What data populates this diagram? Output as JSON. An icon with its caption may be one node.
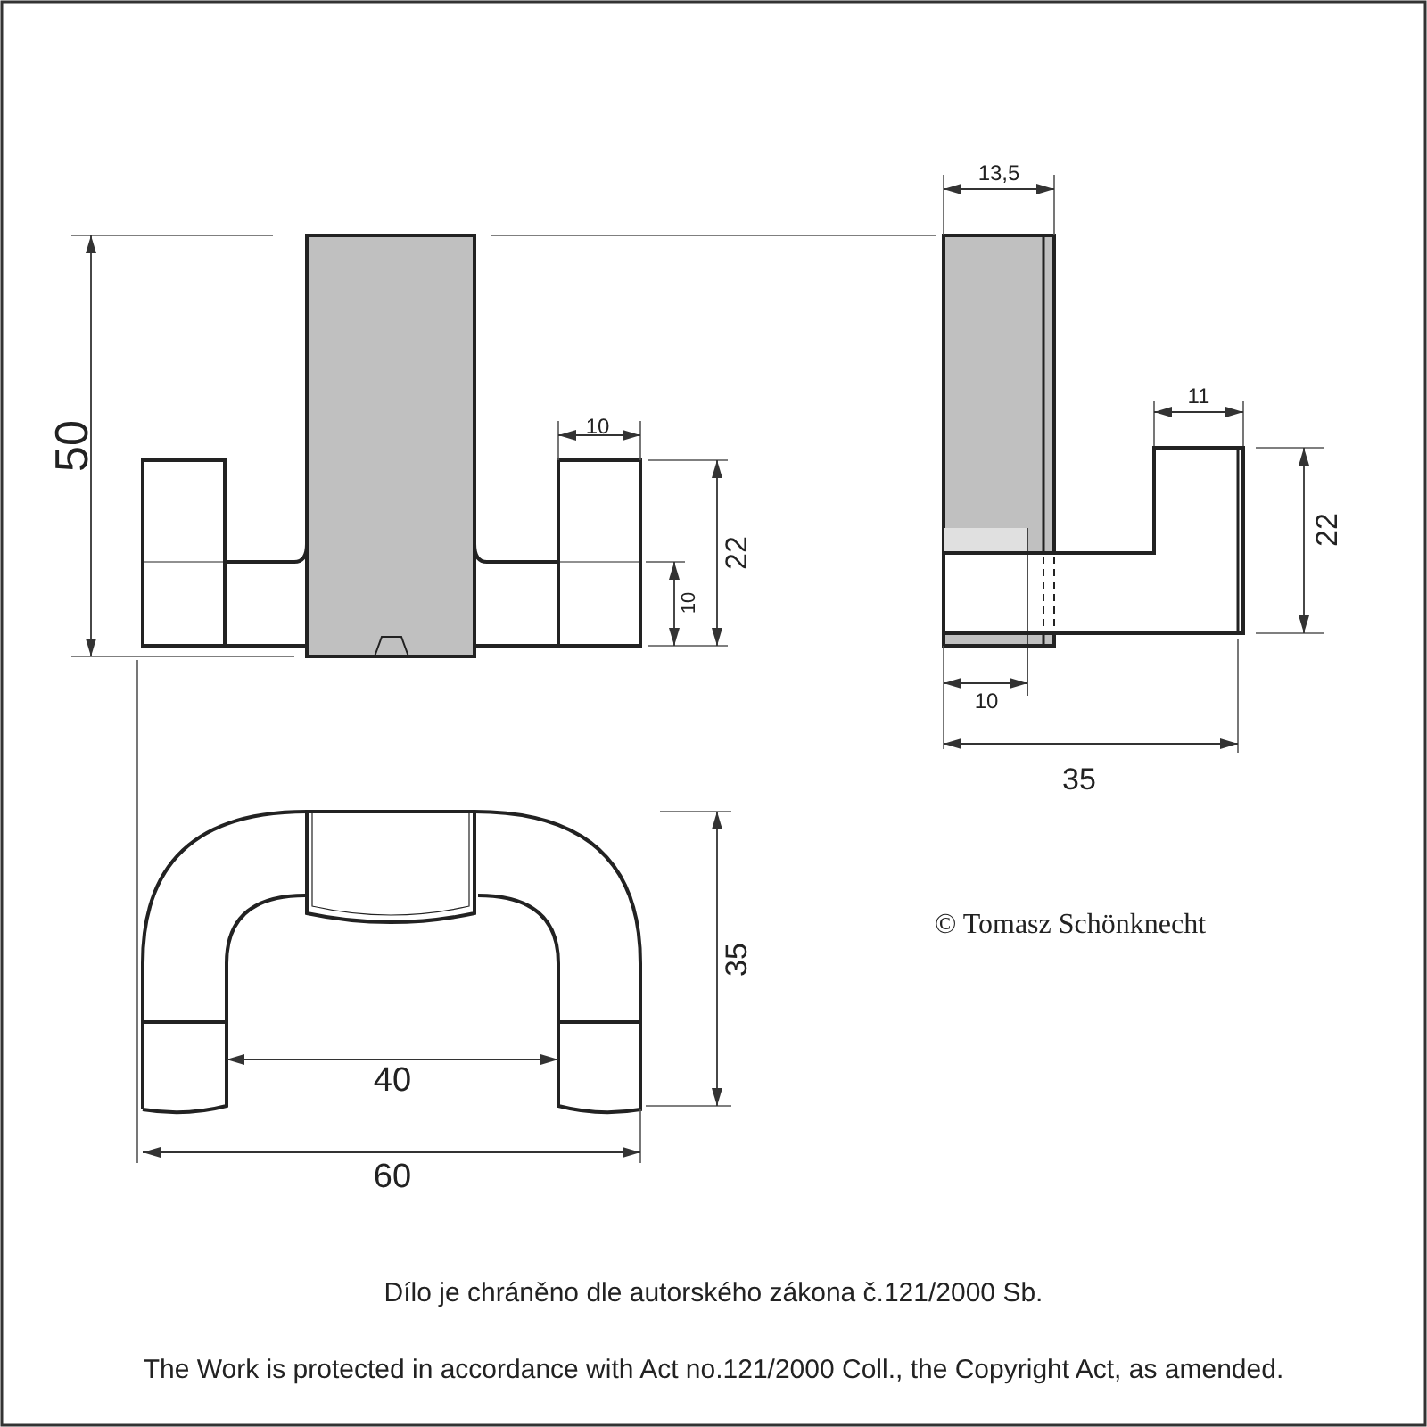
{
  "diagram": {
    "labels": [
      "50",
      "10",
      "22",
      "10",
      "13,5",
      "11",
      "22",
      "10",
      "35",
      "35",
      "40",
      "60",
      "© Tomasz Schönknecht",
      "Dílo je chráněno dle autorského zákona č.121/2000 Sb.",
      "The Work is protected in accordance with Act no.121/2000 Coll., the Copyright Act, as amended."
    ]
  }
}
